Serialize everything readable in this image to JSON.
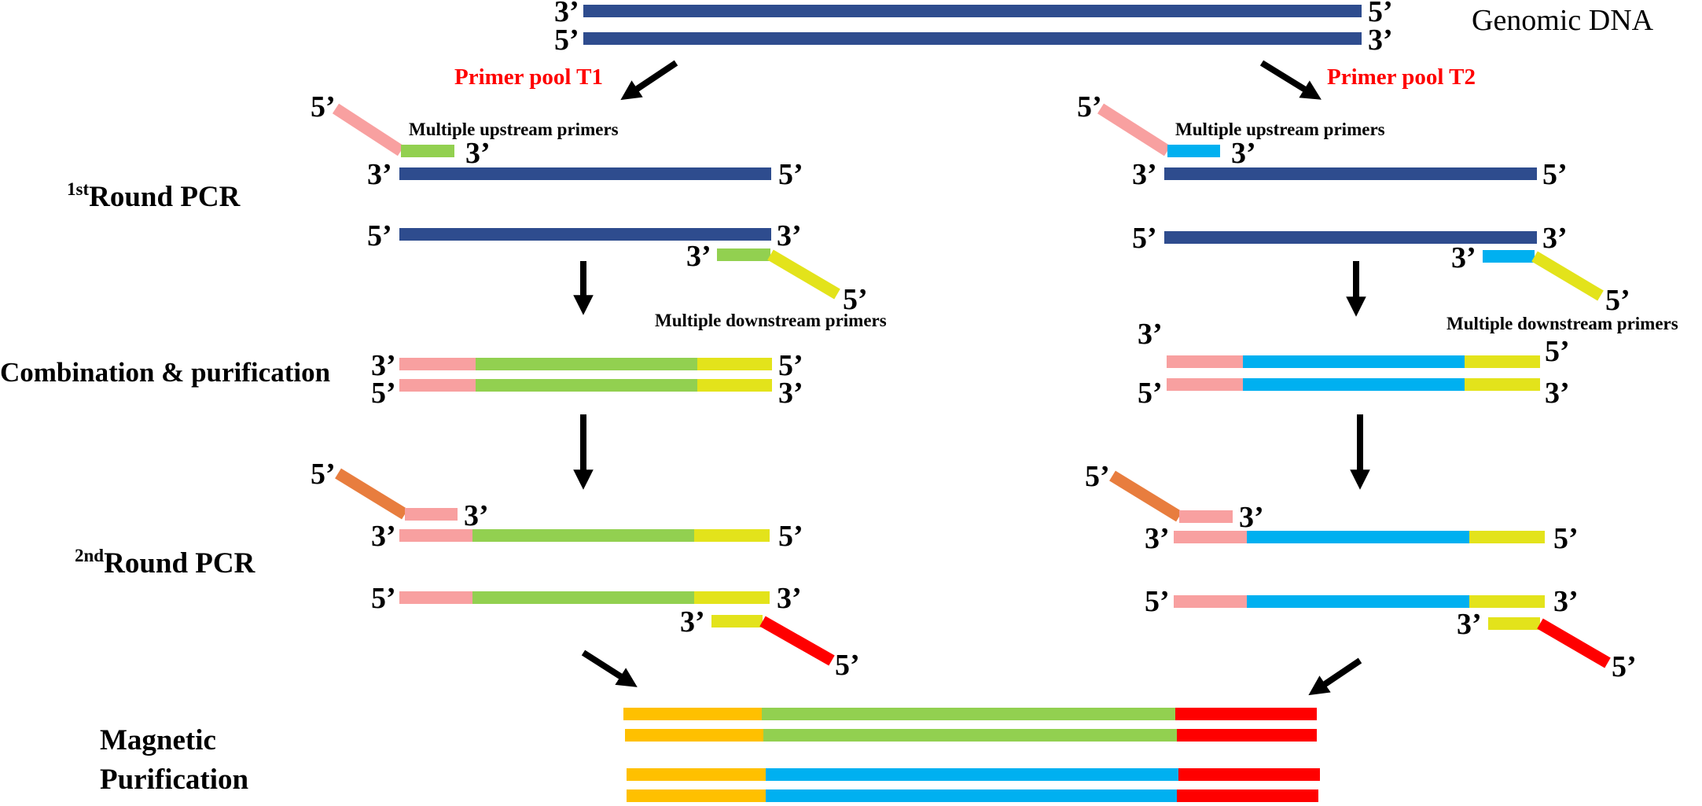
{
  "labels": {
    "genomic_dna": "Genomic DNA",
    "primer_pool_t1": "Primer pool T1",
    "primer_pool_t2": "Primer pool T2",
    "upstream_primers": "Multiple upstream primers",
    "downstream_primers": "Multiple downstream primers",
    "round1_sup": "1st",
    "round1_main": "Round PCR",
    "combination": "Combination & purification",
    "round2_sup": "2nd",
    "round2_main": "Round PCR",
    "magnetic_line1": "Magnetic",
    "magnetic_line2": "Purification",
    "end3": "3’",
    "end5": "5’"
  },
  "colors": {
    "genomic": "#2e4c8e",
    "pink": "#f8a0a0",
    "green": "#92d050",
    "blue": "#00b0f0",
    "yellow": "#e3e31b",
    "orange_adapter": "#e87d3e",
    "red_adapter": "#ff0000",
    "gold": "#ffc000",
    "pool_label": "#ff0000",
    "arrow": "#000000"
  }
}
